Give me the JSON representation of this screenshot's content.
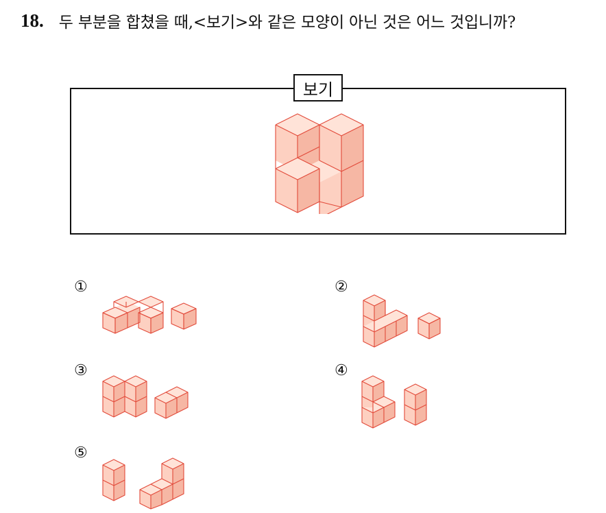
{
  "question": {
    "number": "18.",
    "text": "두 부분을 합쳤을 때,<보기>와 같은 모양이 아닌 것은 어느 것입니까?"
  },
  "example": {
    "label": "보기"
  },
  "choices": [
    {
      "num": "①"
    },
    {
      "num": "②"
    },
    {
      "num": "③"
    },
    {
      "num": "④"
    },
    {
      "num": "⑤"
    }
  ],
  "colors": {
    "cube_top": "#ffe3d8",
    "cube_left": "#fdd0c1",
    "cube_right": "#f6b7a4",
    "cube_edge": "#e24a3a"
  }
}
